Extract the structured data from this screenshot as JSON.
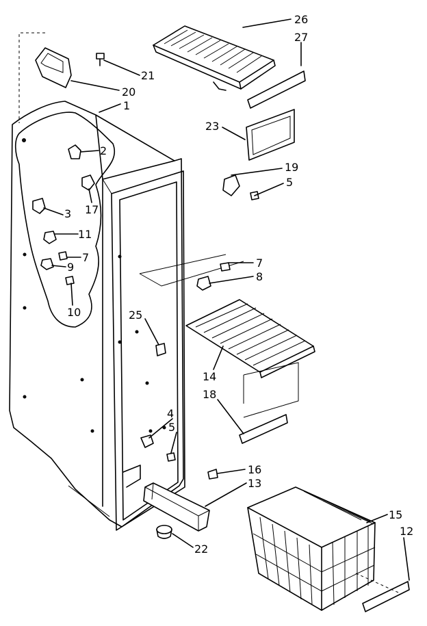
{
  "labels": {
    "p1": "1",
    "p2": "2",
    "p3": "3",
    "p4": "4",
    "p5a": "5",
    "p5b": "5",
    "p7a": "7",
    "p7b": "7",
    "p8": "8",
    "p9": "9",
    "p10": "10",
    "p11": "11",
    "p12": "12",
    "p13": "13",
    "p14": "14",
    "p15": "15",
    "p16": "16",
    "p17": "17",
    "p18": "18",
    "p19": "19",
    "p20": "20",
    "p21": "21",
    "p22": "22",
    "p23": "23",
    "p25": "25",
    "p26": "26",
    "p27": "27"
  }
}
